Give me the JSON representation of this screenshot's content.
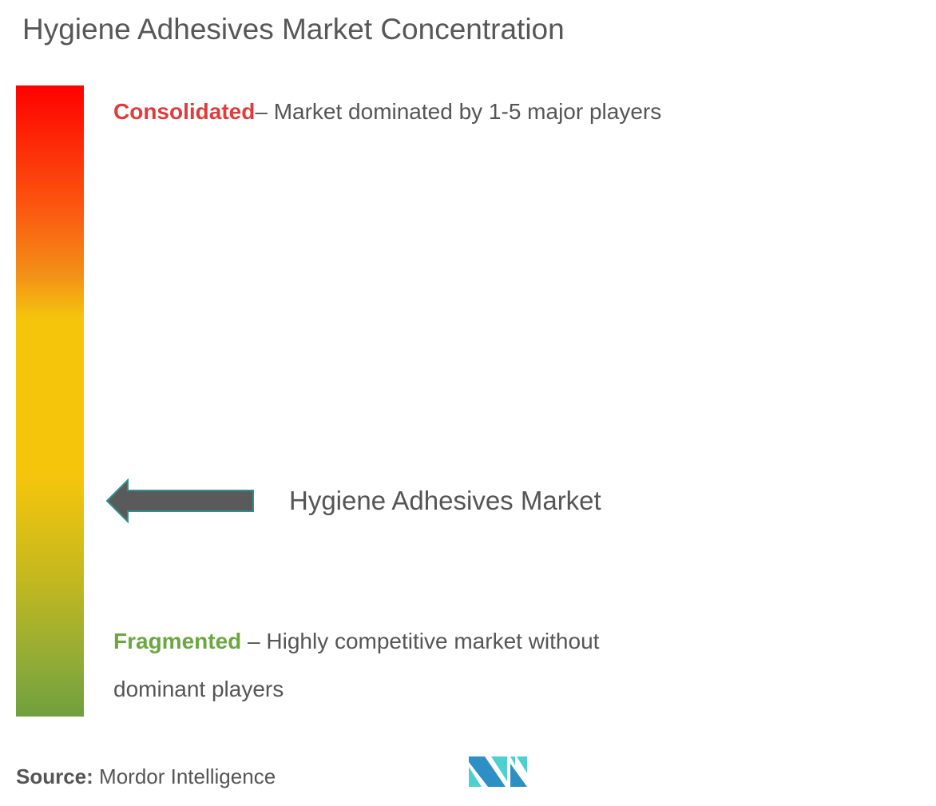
{
  "title": "Hygiene Adhesives Market Concentration",
  "scale": {
    "consolidated_label": "Consolidated",
    "consolidated_desc": "– Market dominated by 1-5 major players",
    "fragmented_label": "Fragmented",
    "fragmented_desc": " – Highly competitive market without dominant players",
    "colors": {
      "top": "#ff0000",
      "middle": "#f5c50c",
      "bottom": "#6f9f3e"
    }
  },
  "marker": {
    "label": "Hygiene Adhesives Market",
    "position_fraction_from_bottom": 0.34
  },
  "source": {
    "label": "Source:",
    "value": " Mordor Intelligence"
  },
  "logo": {
    "name": "mordor-intelligence-logo",
    "colors": [
      "#2e8fc4",
      "#4ecfd0"
    ]
  }
}
